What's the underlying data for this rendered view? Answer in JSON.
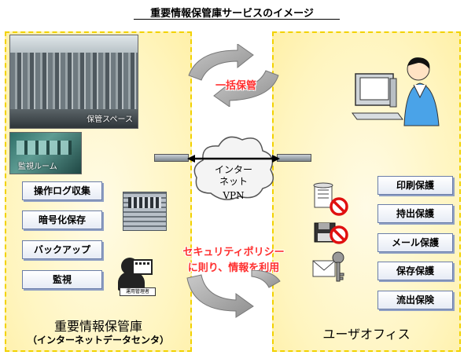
{
  "title": "重要情報保管庫サービスのイメージ",
  "left_panel": {
    "photo_storage_label": "保管スペース",
    "photo_monitor_label": "監視ルーム",
    "buttons": [
      "操作ログ収集",
      "暗号化保存",
      "バックアップ",
      "監視"
    ],
    "operator_label": "運用管理者",
    "footer_main": "重要情報保管庫",
    "footer_sub": "（インターネットデータセンタ）"
  },
  "right_panel": {
    "buttons": [
      "印刷保護",
      "持出保護",
      "メール保護",
      "保存保護",
      "流出保険"
    ],
    "footer_main": "ユーザオフィス"
  },
  "center": {
    "top_arc_label": "一括保管",
    "cloud_line1": "インター",
    "cloud_line2": "ネット",
    "cloud_line3": "VPN",
    "bottom_arc_line1": "セキュリティポリシー",
    "bottom_arc_line2": "に則り、情報を利用"
  },
  "icons": {
    "arc_arrows": "rotating-arrows-icon",
    "network": "cloud-icon",
    "document": "document-icon",
    "floppy": "floppy-disk-icon",
    "mail_key": "mail-key-icon",
    "prohibited": "prohibited-icon",
    "user": "user-at-pc-icon"
  },
  "colors": {
    "panel_border": "#f2d200",
    "panel_fill": "#fff5bf",
    "accent_red": "#ff2f2f",
    "button_border": "#6a7da8"
  }
}
